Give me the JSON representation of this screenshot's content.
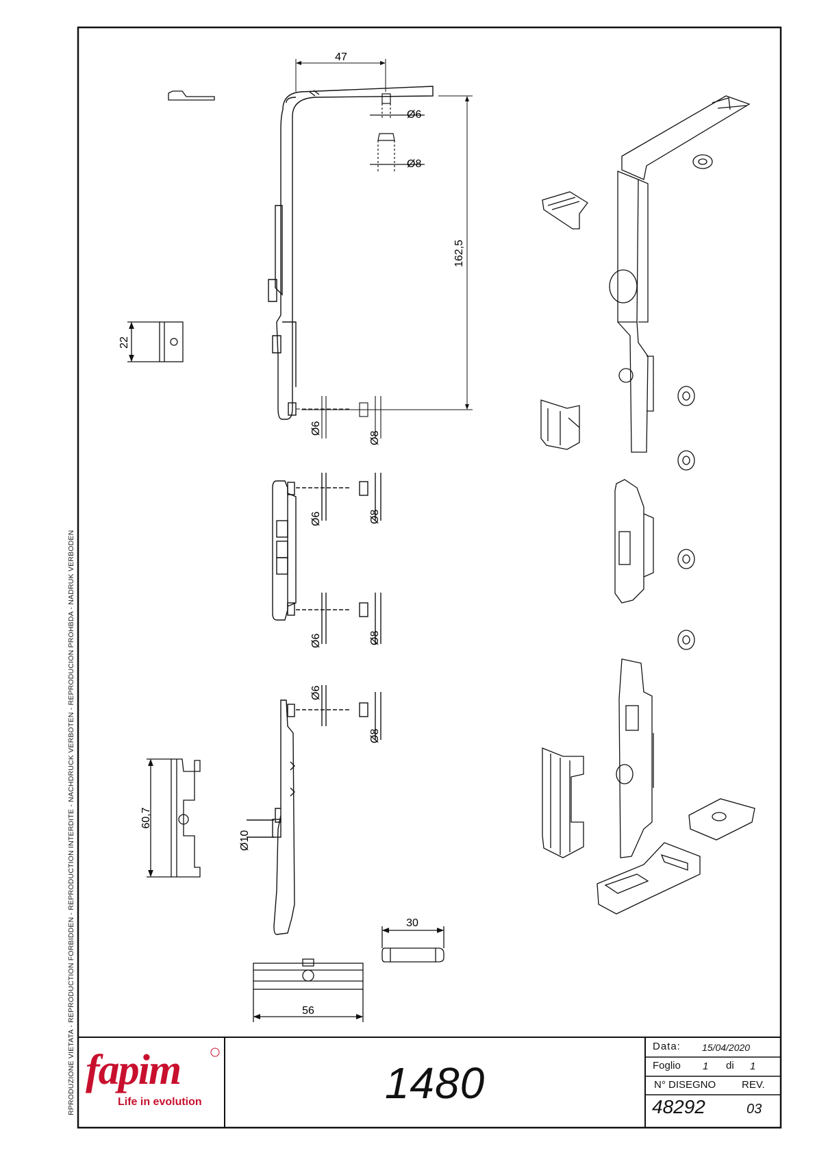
{
  "side_notice": "RPRODUZIONE VIETATA - REPRODUCTION FORBIDDEN - REPRODUCTION INTERDITE - NACHDRUCK VERBOTEN - REPRODUCION PROHBDA - NADRUK VERBODEN",
  "brand": {
    "name": "fapim",
    "tagline": "Life in evolution",
    "color": "#c8102e"
  },
  "title_block": {
    "drawing_title": "1480",
    "date_label": "Data:",
    "date_value": "15/04/2020",
    "sheet_label": "Foglio",
    "sheet_number": "1",
    "sheet_of": "di",
    "sheet_total": "1",
    "drawing_no_label": "N° DISEGNO",
    "rev_label": "REV.",
    "drawing_no": "48292",
    "revision": "03"
  },
  "dimensions": {
    "d47": "47",
    "d162": "162,5",
    "d22": "22",
    "d60": "60,7",
    "d30": "30",
    "d56": "56",
    "dia6": "Ø6",
    "dia8": "Ø8",
    "dia10": "Ø10"
  }
}
